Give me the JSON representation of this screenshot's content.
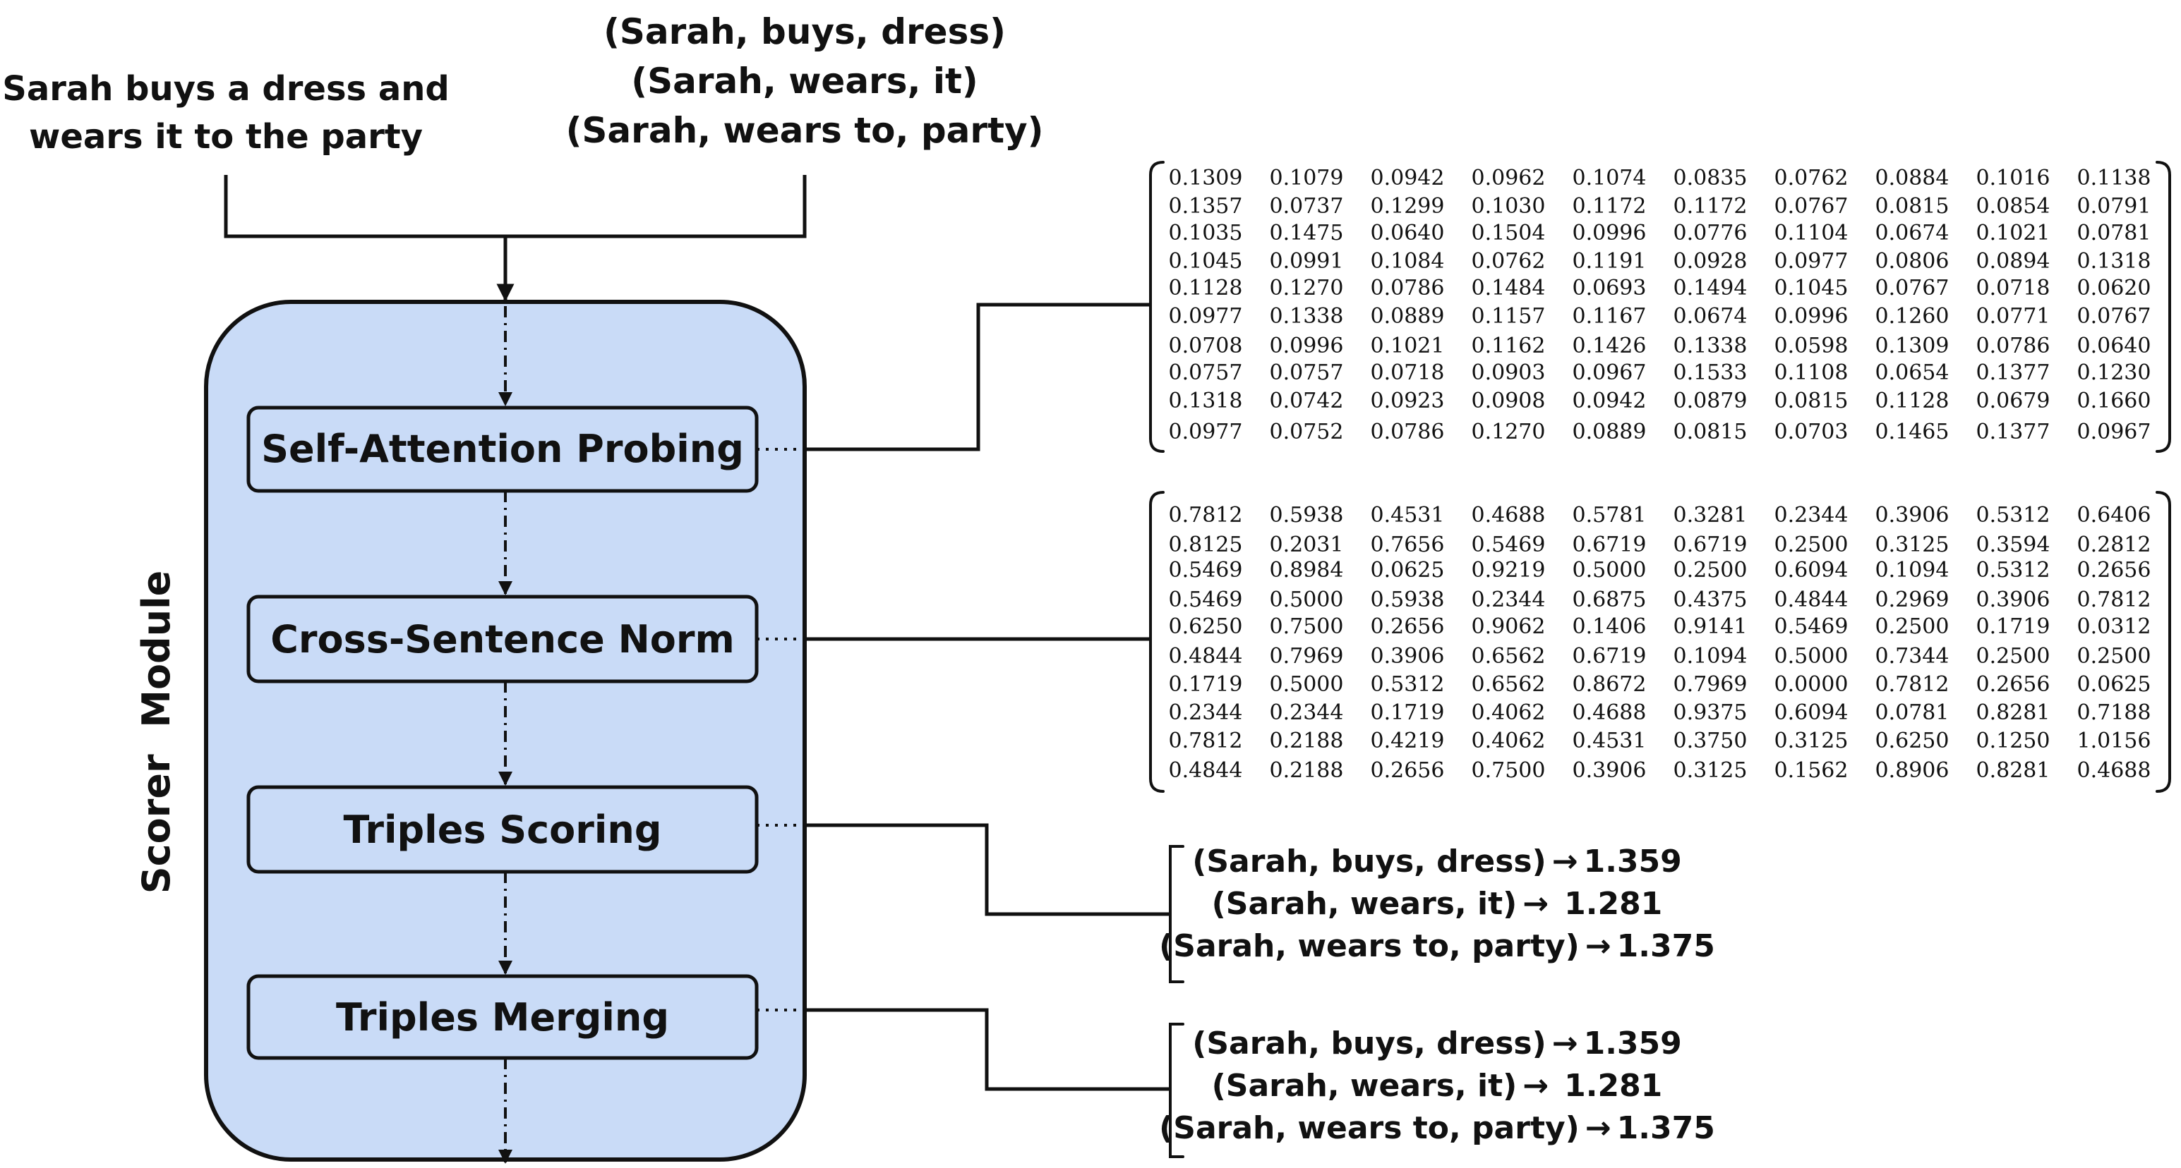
{
  "input": {
    "sentence_lines": [
      "Sarah buys a dress and",
      "wears it to the party"
    ],
    "triples": [
      "(Sarah, buys, dress)",
      "(Sarah, wears, it)",
      "(Sarah, wears to, party)"
    ]
  },
  "module": {
    "label": "Scorer  Module",
    "steps": [
      {
        "label": "Self-Attention Probing"
      },
      {
        "label": "Cross-Sentence Norm"
      },
      {
        "label": "Triples Scoring"
      },
      {
        "label": "Triples Merging"
      }
    ]
  },
  "attention_matrix": [
    [
      "0.1309",
      "0.1079",
      "0.0942",
      "0.0962",
      "0.1074",
      "0.0835",
      "0.0762",
      "0.0884",
      "0.1016",
      "0.1138"
    ],
    [
      "0.1357",
      "0.0737",
      "0.1299",
      "0.1030",
      "0.1172",
      "0.1172",
      "0.0767",
      "0.0815",
      "0.0854",
      "0.0791"
    ],
    [
      "0.1035",
      "0.1475",
      "0.0640",
      "0.1504",
      "0.0996",
      "0.0776",
      "0.1104",
      "0.0674",
      "0.1021",
      "0.0781"
    ],
    [
      "0.1045",
      "0.0991",
      "0.1084",
      "0.0762",
      "0.1191",
      "0.0928",
      "0.0977",
      "0.0806",
      "0.0894",
      "0.1318"
    ],
    [
      "0.1128",
      "0.1270",
      "0.0786",
      "0.1484",
      "0.0693",
      "0.1494",
      "0.1045",
      "0.0767",
      "0.0718",
      "0.0620"
    ],
    [
      "0.0977",
      "0.1338",
      "0.0889",
      "0.1157",
      "0.1167",
      "0.0674",
      "0.0996",
      "0.1260",
      "0.0771",
      "0.0767"
    ],
    [
      "0.0708",
      "0.0996",
      "0.1021",
      "0.1162",
      "0.1426",
      "0.1338",
      "0.0598",
      "0.1309",
      "0.0786",
      "0.0640"
    ],
    [
      "0.0757",
      "0.0757",
      "0.0718",
      "0.0903",
      "0.0967",
      "0.1533",
      "0.1108",
      "0.0654",
      "0.1377",
      "0.1230"
    ],
    [
      "0.1318",
      "0.0742",
      "0.0923",
      "0.0908",
      "0.0942",
      "0.0879",
      "0.0815",
      "0.1128",
      "0.0679",
      "0.1660"
    ],
    [
      "0.0977",
      "0.0752",
      "0.0786",
      "0.1270",
      "0.0889",
      "0.0815",
      "0.0703",
      "0.1465",
      "0.1377",
      "0.0967"
    ]
  ],
  "norm_matrix": [
    [
      "0.7812",
      "0.5938",
      "0.4531",
      "0.4688",
      "0.5781",
      "0.3281",
      "0.2344",
      "0.3906",
      "0.5312",
      "0.6406"
    ],
    [
      "0.8125",
      "0.2031",
      "0.7656",
      "0.5469",
      "0.6719",
      "0.6719",
      "0.2500",
      "0.3125",
      "0.3594",
      "0.2812"
    ],
    [
      "0.5469",
      "0.8984",
      "0.0625",
      "0.9219",
      "0.5000",
      "0.2500",
      "0.6094",
      "0.1094",
      "0.5312",
      "0.2656"
    ],
    [
      "0.5469",
      "0.5000",
      "0.5938",
      "0.2344",
      "0.6875",
      "0.4375",
      "0.4844",
      "0.2969",
      "0.3906",
      "0.7812"
    ],
    [
      "0.6250",
      "0.7500",
      "0.2656",
      "0.9062",
      "0.1406",
      "0.9141",
      "0.5469",
      "0.2500",
      "0.1719",
      "0.0312"
    ],
    [
      "0.4844",
      "0.7969",
      "0.3906",
      "0.6562",
      "0.6719",
      "0.1094",
      "0.5000",
      "0.7344",
      "0.2500",
      "0.2500"
    ],
    [
      "0.1719",
      "0.5000",
      "0.5312",
      "0.6562",
      "0.8672",
      "0.7969",
      "0.0000",
      "0.7812",
      "0.2656",
      "0.0625"
    ],
    [
      "0.2344",
      "0.2344",
      "0.1719",
      "0.4062",
      "0.4688",
      "0.9375",
      "0.6094",
      "0.0781",
      "0.8281",
      "0.7188"
    ],
    [
      "0.7812",
      "0.2188",
      "0.4219",
      "0.4062",
      "0.4531",
      "0.3750",
      "0.3125",
      "0.6250",
      "0.1250",
      "1.0156"
    ],
    [
      "0.4844",
      "0.2188",
      "0.2656",
      "0.7500",
      "0.3906",
      "0.3125",
      "0.1562",
      "0.8906",
      "0.8281",
      "0.4688"
    ]
  ],
  "scoring_results": [
    {
      "triple": "(Sarah, buys, dress)",
      "arrow": "→",
      "score": "1.359"
    },
    {
      "triple": "(Sarah, wears, it)",
      "arrow": "→",
      "score": "1.281"
    },
    {
      "triple": "(Sarah, wears to, party)",
      "arrow": "→",
      "score": "1.375"
    }
  ],
  "merging_results": [
    {
      "triple": "(Sarah, buys, dress)",
      "arrow": "→",
      "score": "1.359"
    },
    {
      "triple": "(Sarah, wears, it)",
      "arrow": "→",
      "score": "1.281"
    },
    {
      "triple": "(Sarah, wears to, party)",
      "arrow": "→",
      "score": "1.375"
    }
  ],
  "colors": {
    "module_fill": "#c9dbf7",
    "stroke": "#111111"
  }
}
